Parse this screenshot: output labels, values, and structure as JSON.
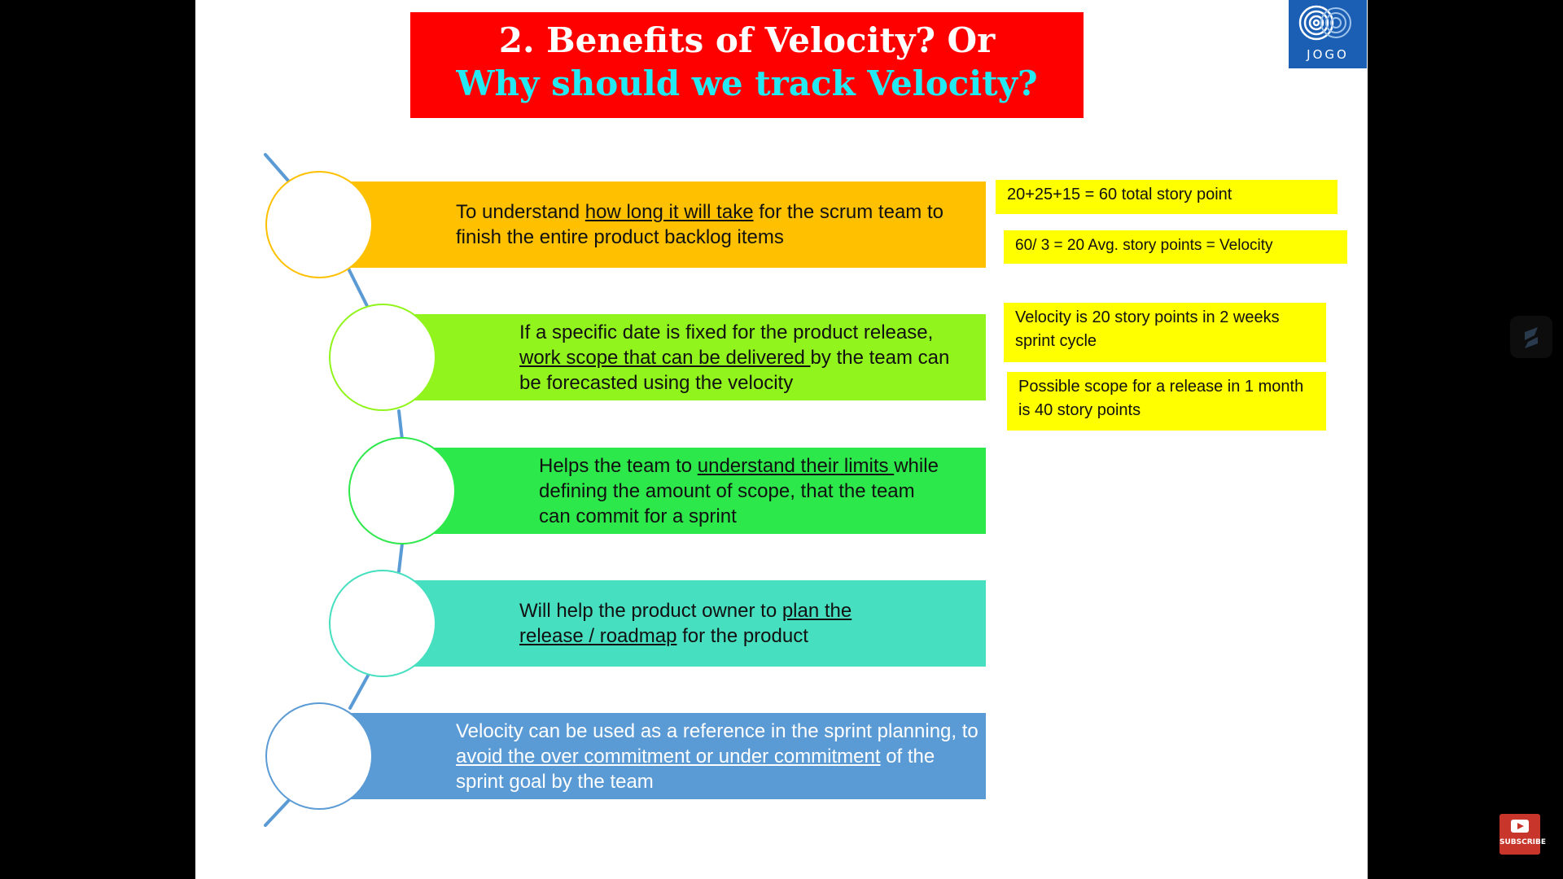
{
  "slide": {
    "title": {
      "line1": "2. Benefits of Velocity? Or",
      "line2": "Why should we track Velocity?",
      "line1_color": "#ffffff",
      "line2_color": "#23eaf2",
      "background": "#fe0000"
    },
    "logo": {
      "text": "JOGO",
      "icon": "concentric-circles-icon",
      "background": "#1a5fb4"
    },
    "benefits": [
      {
        "segments": [
          {
            "text": "To understand ",
            "u": false
          },
          {
            "text": "how long it will take",
            "u": true
          },
          {
            "text": " for the scrum team to finish the entire product backlog items",
            "u": false
          }
        ],
        "bar_color": "#ffc000",
        "circle_color": "#ffc000",
        "text_color": "#111111"
      },
      {
        "segments": [
          {
            "text": "If a specific date is fixed for the product release, ",
            "u": false
          },
          {
            "text": "work scope that can be delivered ",
            "u": true
          },
          {
            "text": "by the team can be forecasted using the velocity",
            "u": false
          }
        ],
        "bar_color": "#92f41d",
        "circle_color": "#92f41d",
        "text_color": "#111111"
      },
      {
        "segments": [
          {
            "text": "Helps the team to ",
            "u": false
          },
          {
            "text": "understand their limits ",
            "u": true
          },
          {
            "text": "while defining the amount of scope,  that the team can commit for a sprint",
            "u": false
          }
        ],
        "bar_color": "#2de84a",
        "circle_color": "#2de84a",
        "text_color": "#111111"
      },
      {
        "segments": [
          {
            "text": "Will help the product owner to ",
            "u": false
          },
          {
            "text": "plan the release / roadmap",
            "u": true
          },
          {
            "text": " for the product",
            "u": false
          }
        ],
        "bar_color": "#46dfc0",
        "circle_color": "#46dfc0",
        "text_color": "#111111"
      },
      {
        "segments": [
          {
            "text": "Velocity  can be used as a reference in the sprint planning, to ",
            "u": false
          },
          {
            "text": "avoid the over commitment or under commitment",
            "u": true
          },
          {
            "text": " of the sprint goal by the team",
            "u": false
          }
        ],
        "bar_color": "#5b9bd5",
        "circle_color": "#5b9bd5",
        "text_color": "#ffffff"
      }
    ],
    "notes": [
      {
        "text": "20+25+15 = 60 total story point"
      },
      {
        "text": "60/ 3 = 20 Avg. story points = Velocity"
      },
      {
        "text": "Velocity is 20 story points in 2 weeks sprint cycle"
      },
      {
        "text": "Possible scope for a release in 1 month is 40 story points"
      }
    ],
    "note_color": "#ffff00",
    "connector_color": "#5b9bd5"
  },
  "overlay": {
    "side_icon": "stack-logo-icon",
    "subscribe_label": "SUBSCRIBE",
    "subscribe_icon": "youtube-play-icon"
  }
}
